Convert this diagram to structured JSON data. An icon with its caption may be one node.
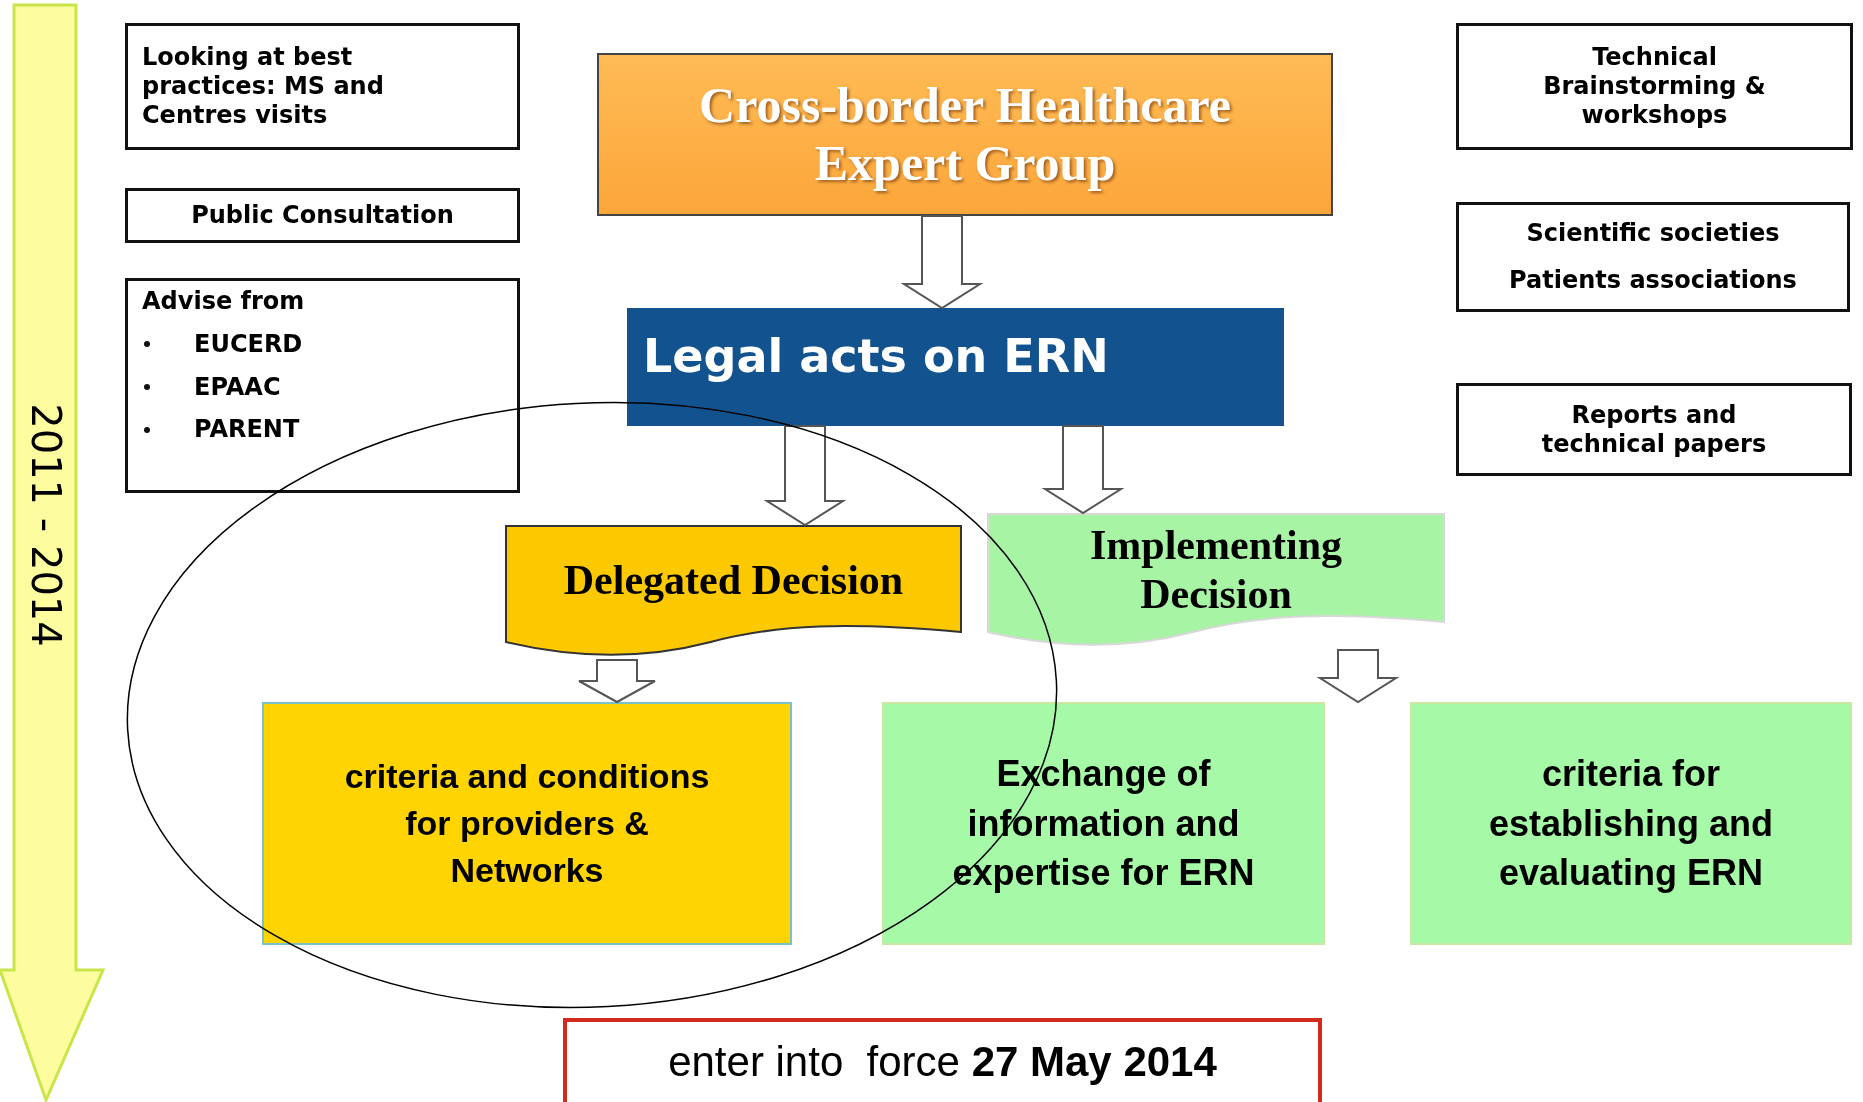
{
  "diagram": {
    "nodes": [
      {
        "text": [
          "Looking at best practices: MS and Centres visits"
        ]
      },
      {
        "text": [
          "Cross-border Healthcare Expert Group"
        ]
      },
      {
        "text": [
          "Technical Brainstorming & workshops"
        ]
      },
      {
        "text": [
          "Public Consultation"
        ]
      },
      {
        "text": [
          "Scientific societies",
          "Patients associations"
        ]
      },
      {
        "text": [
          "Advise from",
          "EUCERD",
          "EPAAC",
          "PARENT"
        ]
      },
      {
        "text": [
          "Legal acts on ERN"
        ]
      },
      {
        "text": [
          "Reports and technical papers"
        ]
      },
      {
        "text": [
          "Delegated Decision"
        ]
      },
      {
        "text": [
          "Implementing Decision"
        ]
      },
      {
        "text": [
          "criteria and conditions for providers & Networks"
        ]
      },
      {
        "text": [
          "Exchange of information and expertise for ERN"
        ]
      },
      {
        "text": [
          "criteria for establishing and evaluating ERN"
        ]
      },
      {
        "text": [
          "enter into  force **27 May 2014**"
        ]
      }
    ],
    "edges": [
      {
        "from": 1,
        "to": 6,
        "arrow": "to"
      },
      {
        "from": 6,
        "to": 8,
        "arrow": "to"
      },
      {
        "from": 6,
        "to": 9,
        "arrow": "to"
      },
      {
        "from": 8,
        "to": 10,
        "arrow": "to"
      },
      {
        "from": 9,
        "to": 11,
        "arrow": "to"
      },
      {
        "from": 9,
        "to": 12,
        "arrow": "to"
      }
    ],
    "labels": [
      "2011 - 2014"
    ]
  }
}
